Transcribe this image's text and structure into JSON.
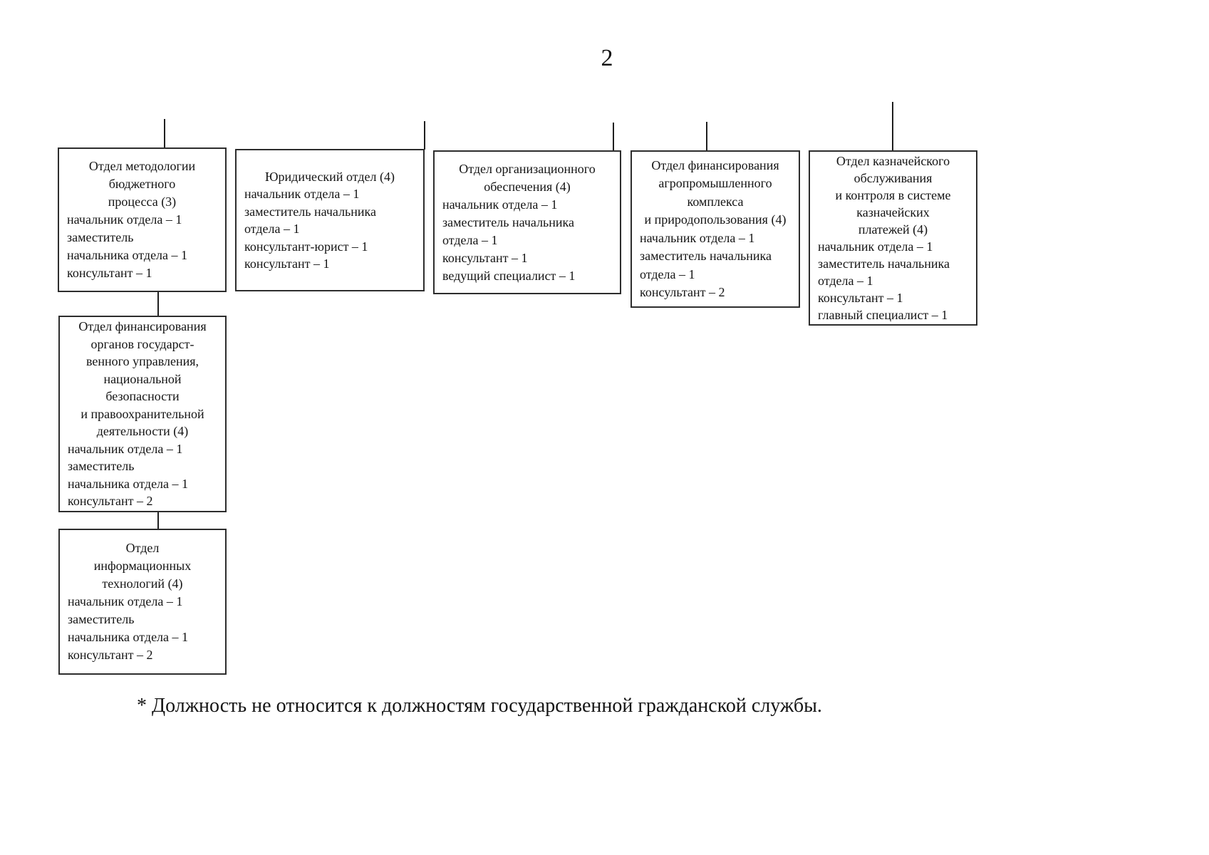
{
  "page": {
    "number": "2",
    "footnote": "* Должность не относится к должностям государственной гражданской службы."
  },
  "colors": {
    "ink": "#141414",
    "box_border": "#2d2d2d",
    "background": "#ffffff"
  },
  "boxes": [
    {
      "name": "methodology",
      "title_lines": [
        "Отдел методологии",
        "бюджетного",
        "процесса (3)"
      ],
      "staff_lines": [
        "начальник отдела – 1",
        "заместитель",
        "начальника отдела – 1",
        "консультант – 1"
      ]
    },
    {
      "name": "legal",
      "title_lines": [
        "Юридический отдел (4)"
      ],
      "staff_lines": [
        "начальник отдела – 1",
        "заместитель начальника",
        "отдела – 1",
        "консультант-юрист – 1",
        "консультант – 1"
      ]
    },
    {
      "name": "organizational-support",
      "title_lines": [
        "Отдел организационного",
        "обеспечения (4)"
      ],
      "staff_lines": [
        "начальник отдела – 1",
        "заместитель начальника",
        "отдела – 1",
        "консультант – 1",
        "ведущий специалист – 1"
      ]
    },
    {
      "name": "agro-industry-finance",
      "title_lines": [
        "Отдел финансирования",
        "агропромышленного",
        "комплекса",
        "и природопользования (4)"
      ],
      "staff_lines": [
        "начальник отдела – 1",
        "заместитель начальника",
        "отдела – 1",
        "консультант – 2"
      ]
    },
    {
      "name": "treasury-service",
      "title_lines": [
        "Отдел казначейского",
        "обслуживания",
        "и контроля в системе",
        "казначейских",
        "платежей (4)"
      ],
      "staff_lines": [
        "начальник отдела – 1",
        "заместитель начальника",
        "отдела – 1",
        "консультант – 1",
        "главный специалист – 1"
      ]
    },
    {
      "name": "gov-bodies-finance",
      "title_lines": [
        "Отдел финансирования",
        "органов государст-",
        "венного управления,",
        "национальной",
        "безопасности",
        "и правоохранительной",
        "деятельности (4)"
      ],
      "staff_lines": [
        "начальник отдела – 1",
        "заместитель",
        "начальника отдела – 1",
        "консультант – 2"
      ]
    },
    {
      "name": "information-technology",
      "title_lines": [
        "Отдел",
        "информационных",
        "технологий (4)"
      ],
      "staff_lines": [
        "начальник отдела – 1",
        "заместитель",
        "начальника отдела – 1",
        "консультант – 2"
      ]
    }
  ]
}
